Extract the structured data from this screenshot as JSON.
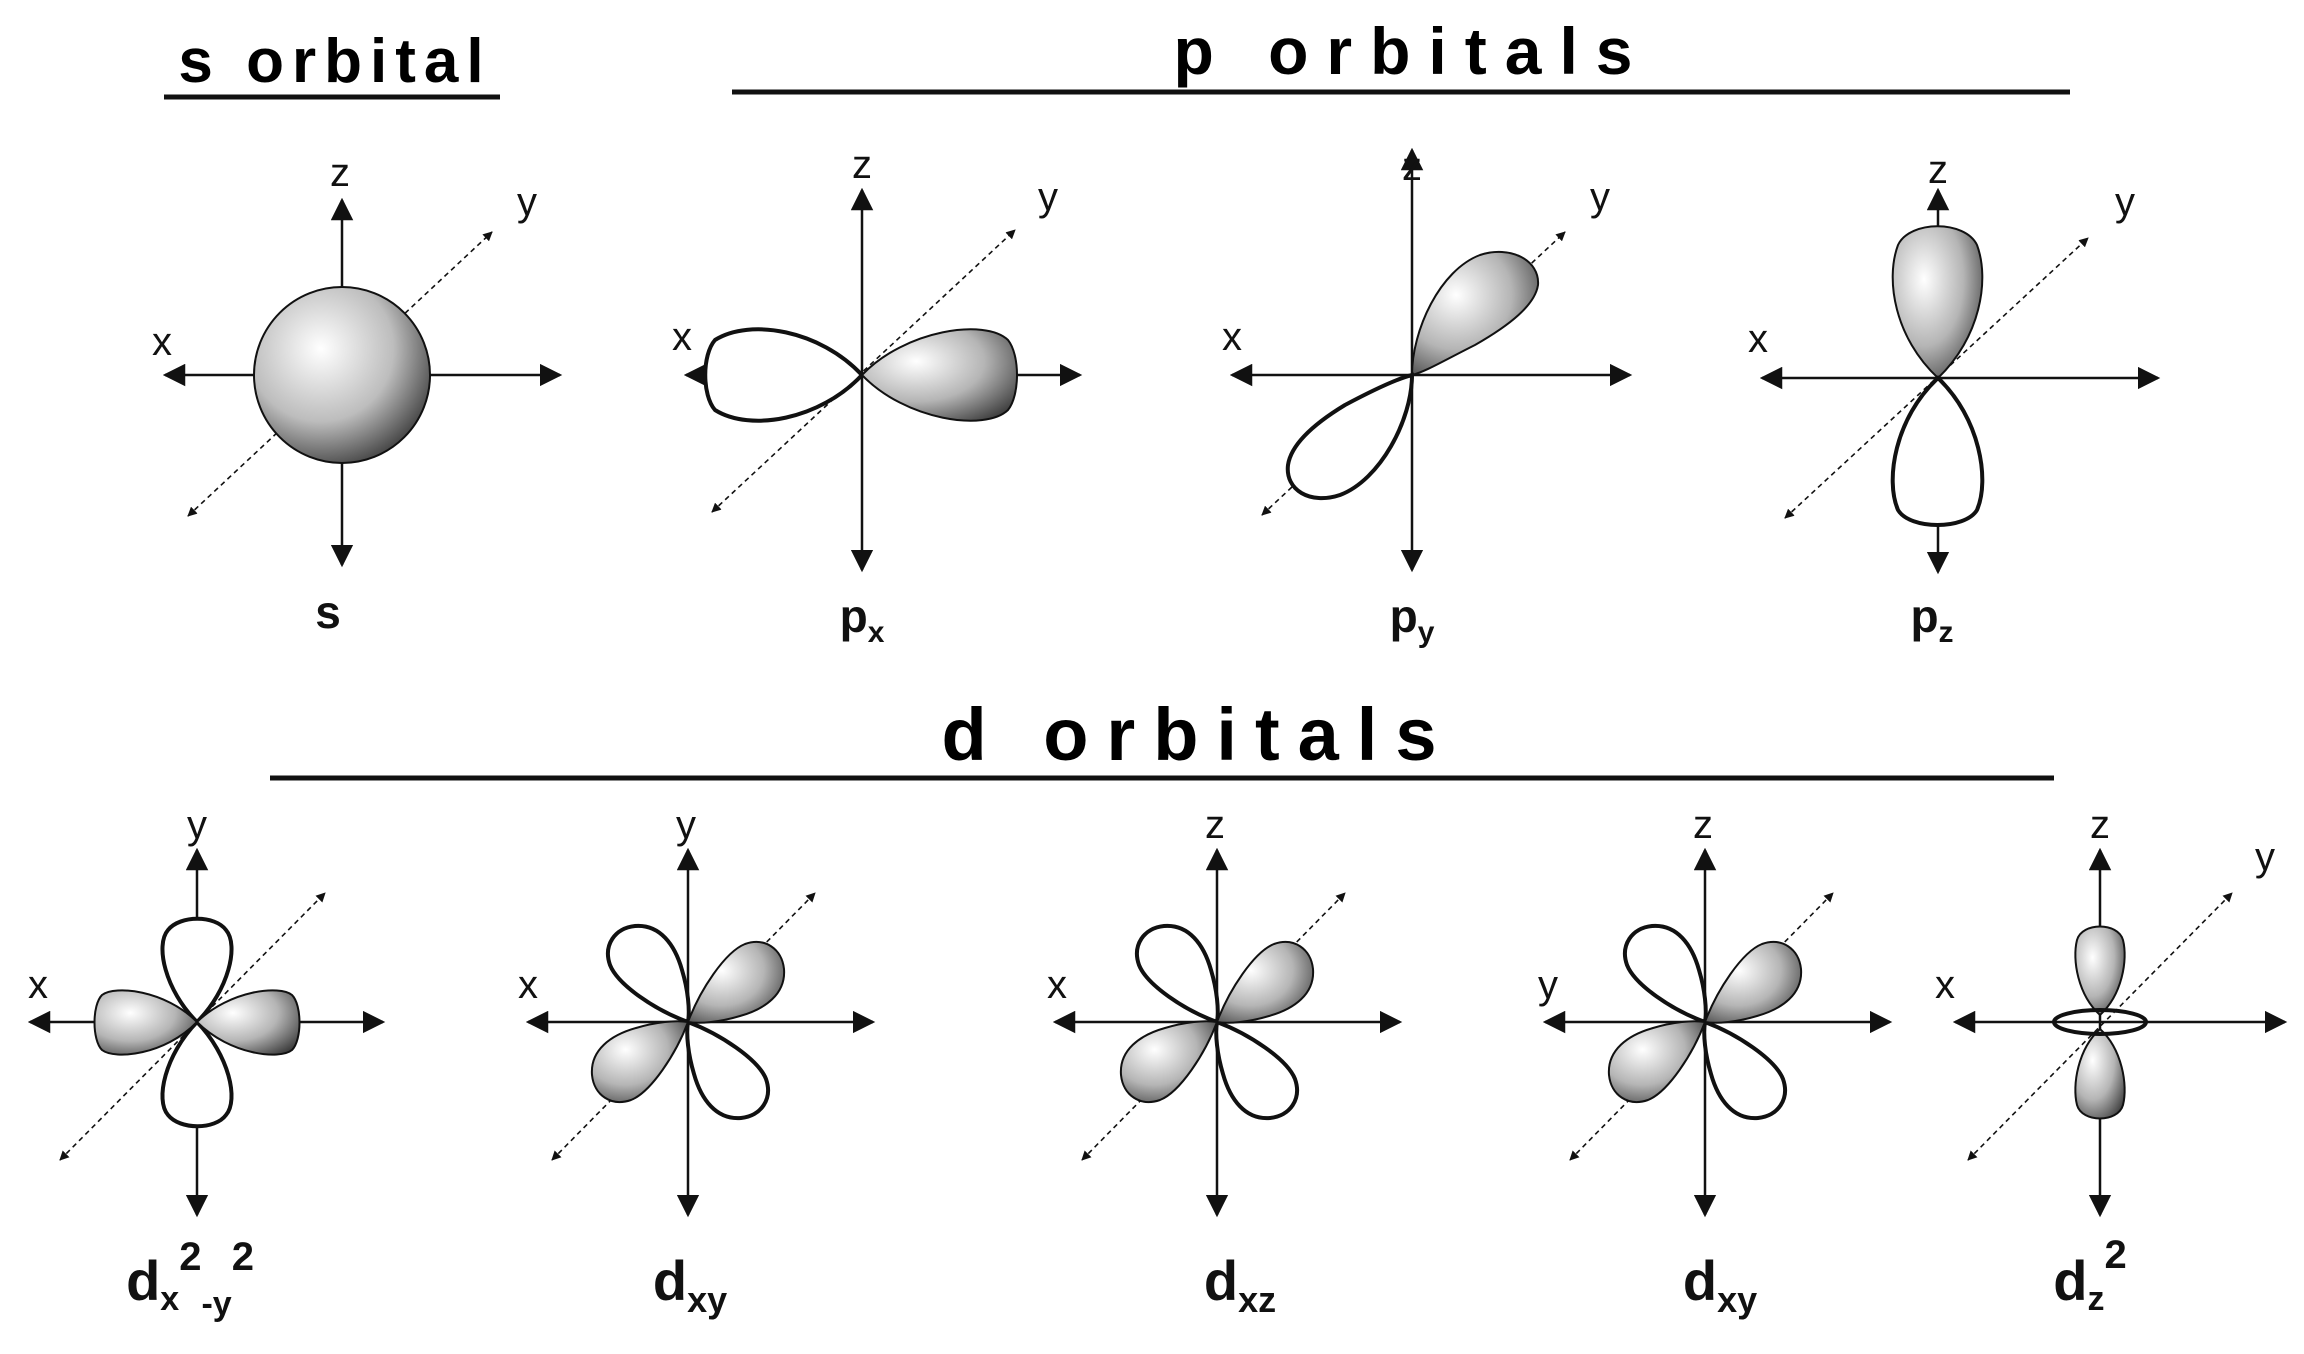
{
  "headings": {
    "s": "s orbital",
    "p": "p orbitals",
    "d": "d orbitals"
  },
  "axis_letters": {
    "x": "x",
    "y": "y",
    "z": "z"
  },
  "labels": {
    "s": {
      "main": "s",
      "sub": ""
    },
    "px": {
      "main": "p",
      "sub": "x"
    },
    "py": {
      "main": "p",
      "sub": "y"
    },
    "pz": {
      "main": "p",
      "sub": "z"
    },
    "dx2y2": {
      "main": "d",
      "sub1": "x",
      "sup1": "2",
      "sub2": "-y",
      "sup2": "2"
    },
    "dxy1": {
      "main": "d",
      "sub": "xy"
    },
    "dxz": {
      "main": "d",
      "sub": "xz"
    },
    "dxy2": {
      "main": "d",
      "sub": "xy"
    },
    "dz2": {
      "main": "d",
      "sub": "z",
      "sup": "2"
    }
  },
  "colors": {
    "line": "#111111",
    "lobe_light": "#ffffff",
    "lobe_dark": "#4a4a4a"
  }
}
